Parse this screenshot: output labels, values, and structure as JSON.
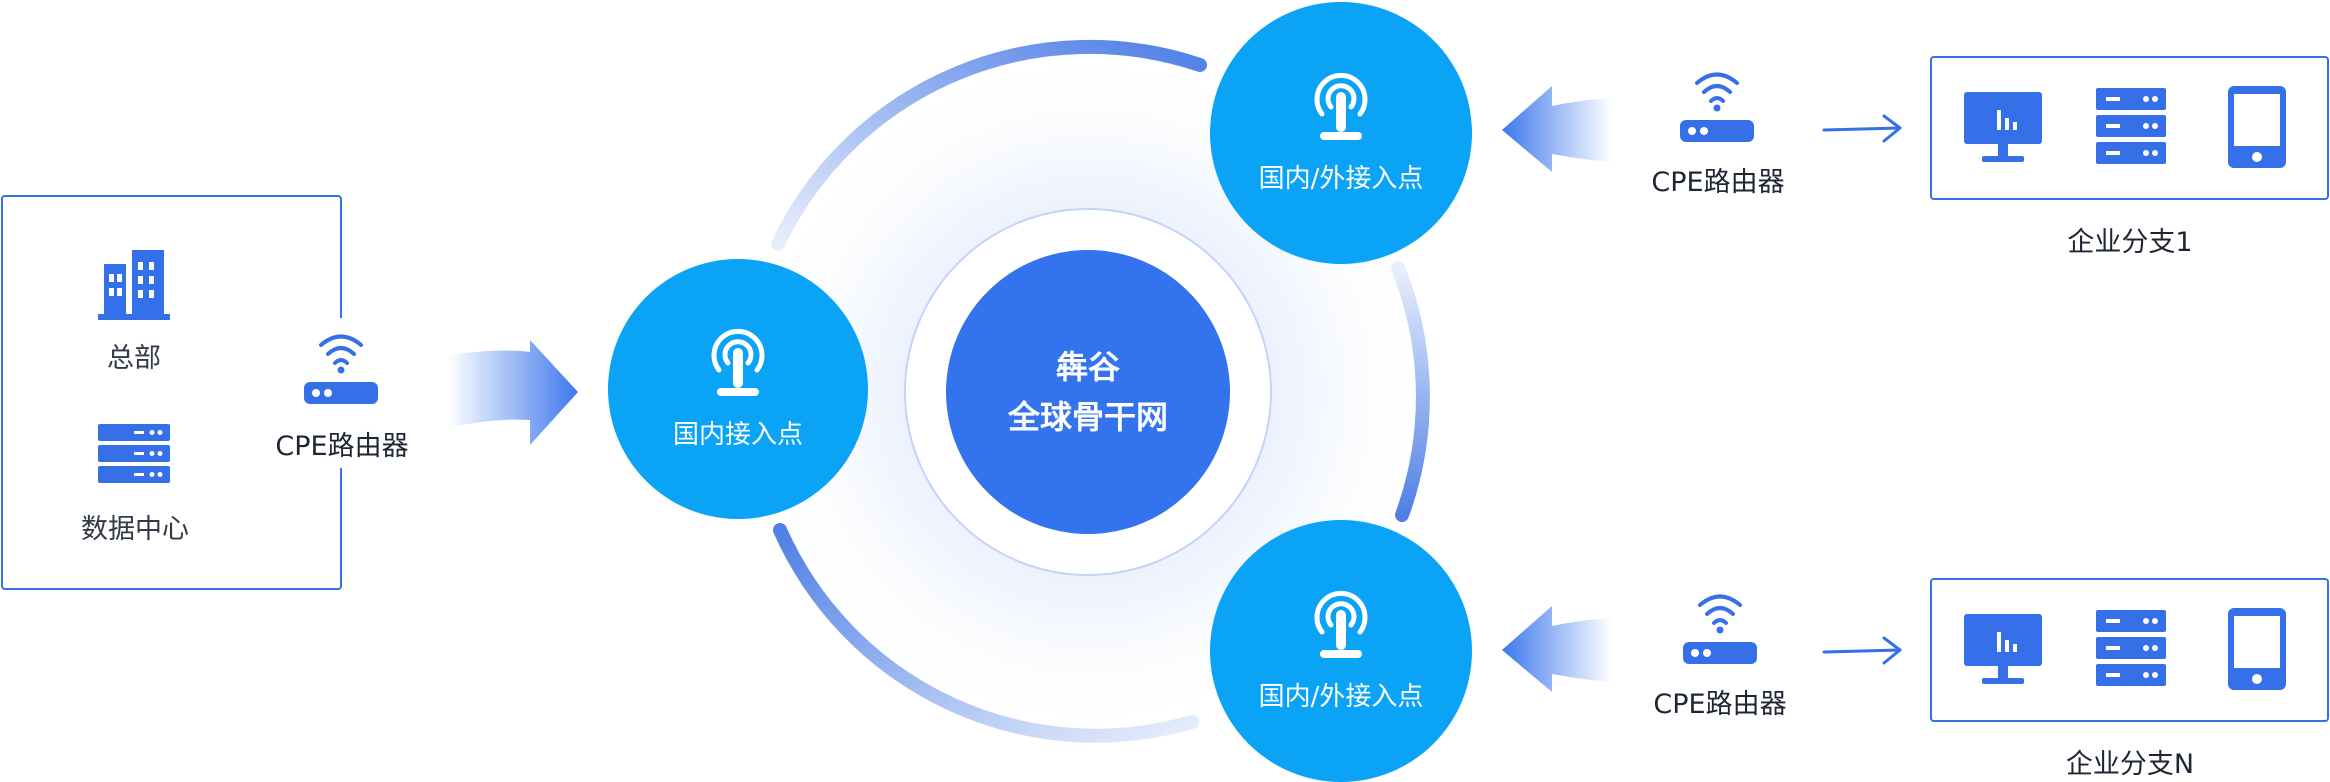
{
  "hq_panel": {
    "headquarters_label": "总部",
    "datacenter_label": "数据中心",
    "router_label": "CPE路由器"
  },
  "access_nodes": {
    "domestic": "国内接入点",
    "intl_top": "国内/外接入点",
    "intl_bottom": "国内/外接入点"
  },
  "core": {
    "line1": "犇谷",
    "line2": "全球骨干网"
  },
  "branches": [
    {
      "router_label": "CPE路由器",
      "name": "企业分支1"
    },
    {
      "router_label": "CPE路由器",
      "name": "企业分支N"
    }
  ],
  "colors": {
    "primary": "#3374ee",
    "node": "#0aa3f5",
    "icon": "#3570e8",
    "text": "#333a45"
  },
  "icons": [
    "building-icon",
    "server-icon",
    "router-icon",
    "antenna-icon",
    "monitor-icon",
    "phone-icon",
    "arrow-icon"
  ]
}
